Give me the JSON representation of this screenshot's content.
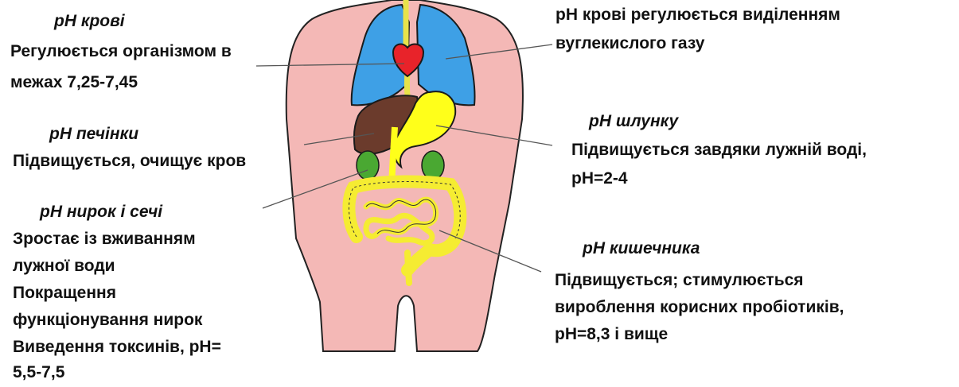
{
  "blood": {
    "title": "pH крові",
    "lines": [
      "Регулюється організмом в",
      "межах 7,25-7,45"
    ]
  },
  "lungs": {
    "lines": [
      "pH крові регулюється виділенням",
      "вуглекислого газу"
    ]
  },
  "liver": {
    "title": "pH печінки",
    "lines": [
      "Підвищується, очищує кров"
    ]
  },
  "stomach": {
    "title": "pH шлунку",
    "lines": [
      "Підвищується завдяки лужній воді,",
      "pH=2-4"
    ]
  },
  "kidneys": {
    "title": "pH нирок і сечі",
    "lines": [
      "Зростає із вживанням",
      "лужної води",
      "Покращення",
      "функціонування нирок",
      "Виведення токсинів, pH=",
      "5,5-7,5"
    ]
  },
  "intestine": {
    "title": "pH кишечника",
    "lines": [
      "Підвищується; стимулюється",
      "вироблення корисних пробіотиків,",
      "pH=8,3 і вище"
    ]
  },
  "colors": {
    "body": "#f4b8b6",
    "lungs": "#3ea0e6",
    "heart": "#e8232a",
    "liver": "#6b3b2c",
    "stomach": "#ffff1a",
    "kidneys": "#4aa832",
    "intestine": "#f5ec32"
  }
}
